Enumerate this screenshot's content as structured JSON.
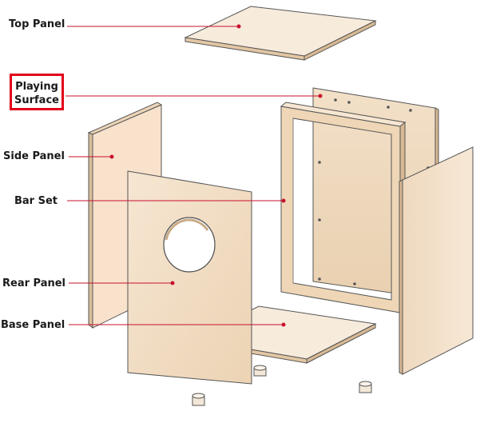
{
  "labels": {
    "top_panel": "Top Panel",
    "playing_line1": "Playing",
    "playing_line2": "Surface",
    "side_panel": "Side Panel",
    "bar_set": "Bar Set",
    "rear_panel": "Rear Panel",
    "base_panel": "Base Panel"
  },
  "colors": {
    "leader_line": "#c8102e",
    "highlight_box": "#e2001a",
    "wood_face": "#f1dcc2",
    "wood_edge": "#d9bd9c",
    "outline": "#4a4a4a"
  }
}
